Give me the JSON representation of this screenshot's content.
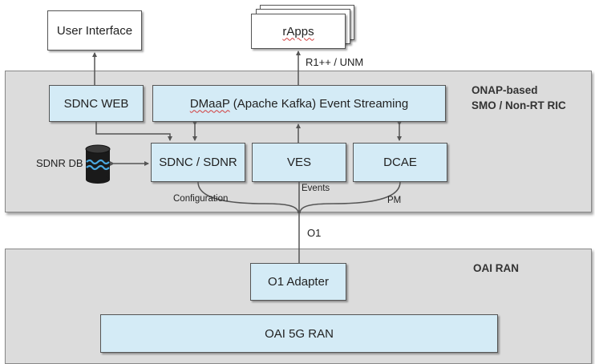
{
  "top": {
    "user_interface": "User Interface",
    "rapps": "rApps",
    "r1_label": "R1++ / UNM"
  },
  "smo": {
    "title_line1": "ONAP-based",
    "title_line2": "SMO / Non-RT RIC",
    "sdnc_web": "SDNC WEB",
    "dmaap_prefix": "DMaaP",
    "dmaap_suffix": " (Apache Kafka) Event Streaming",
    "sdnr_db": "SDNR DB",
    "sdnc_sdnr": "SDNC / SDNR",
    "ves": "VES",
    "dcae": "DCAE",
    "configuration": "Configuration",
    "events": "Events",
    "pm": "PM"
  },
  "link": {
    "o1": "O1"
  },
  "oai": {
    "title": "OAI RAN",
    "o1_adapter": "O1 Adapter",
    "oai_5g_ran": "OAI 5G RAN"
  },
  "colors": {
    "component_fill": "#d4ebf6",
    "layer_fill": "#dcdcdc",
    "db_water": "#4aa8e0"
  }
}
